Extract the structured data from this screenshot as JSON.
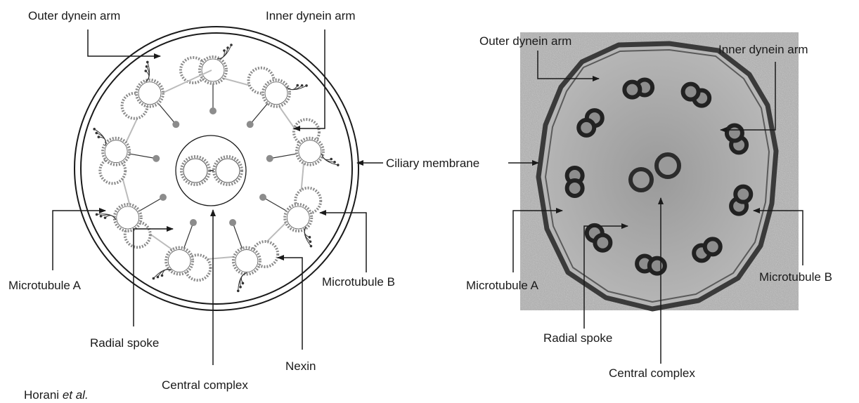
{
  "labels": {
    "outer_dynein_arm": "Outer dynein arm",
    "inner_dynein_arm": "Inner dynein arm",
    "ciliary_membrane": "Ciliary membrane",
    "microtubule_a": "Microtubule A",
    "microtubule_b": "Microtubule B",
    "radial_spoke": "Radial spoke",
    "nexin": "Nexin",
    "central_complex": "Central complex"
  },
  "credit": {
    "authors": "Horani",
    "suffix": "et al."
  },
  "colors": {
    "line": "#1a1a1a",
    "tubule_dots": "#8a8a8a",
    "spoke_head": "#8c8c8c",
    "micrograph_bg": "#a9a9a9"
  }
}
